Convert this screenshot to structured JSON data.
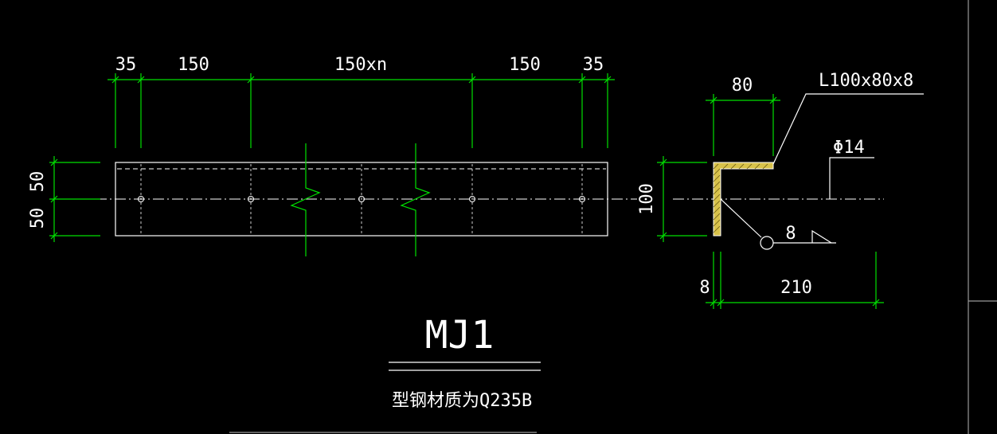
{
  "drawing": {
    "top_dims": [
      "35",
      "150",
      "150xn",
      "150",
      "35"
    ],
    "left_dims": [
      "50",
      "50"
    ],
    "section": {
      "width_label": "80",
      "height_label": "100",
      "angle_label": "L100x80x8",
      "rebar_label": "Φ14",
      "weld_label": "8",
      "bottom_left_label": "8",
      "bottom_right_label": "210"
    },
    "title": "MJ1",
    "note": "型钢材质为Q235B"
  },
  "colors": {
    "background": "#000000",
    "dimension": "#00e000",
    "outline": "#ffffff",
    "angle_fill": "#d8c24a"
  }
}
